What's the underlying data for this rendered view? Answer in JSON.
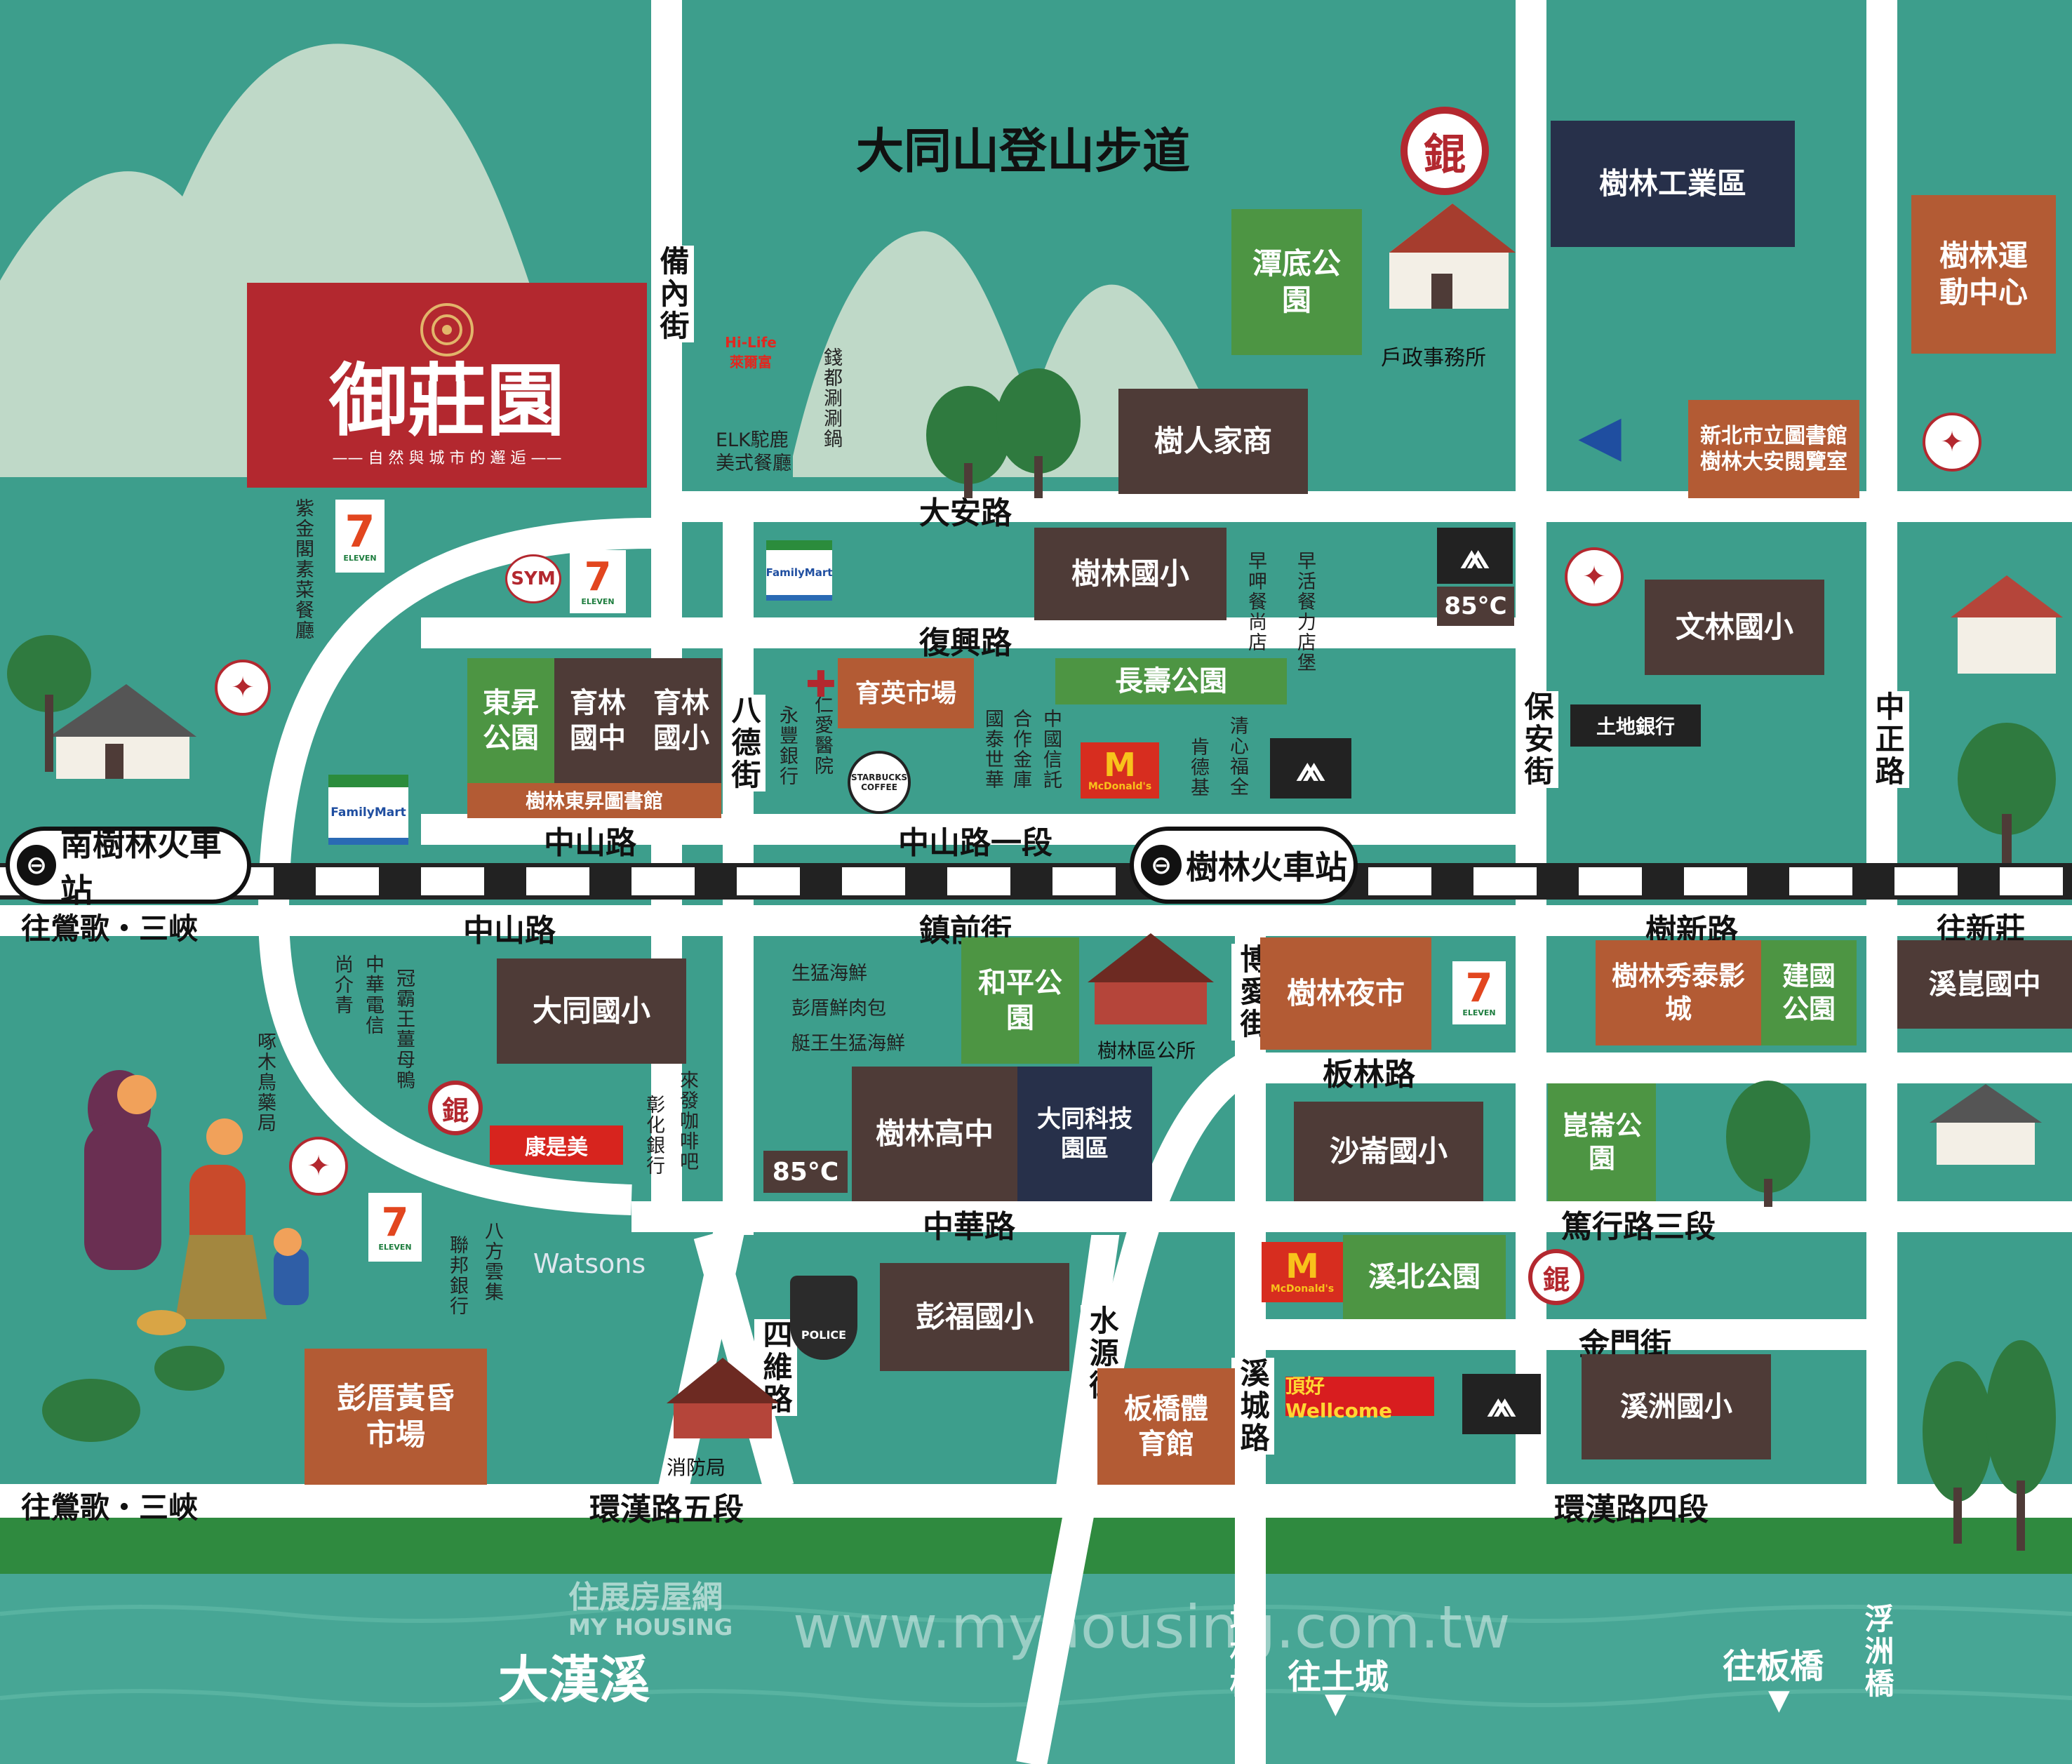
{
  "colors": {
    "background": "#3d9e8c",
    "river": "#47a695",
    "riverbank": "#2f8a3f",
    "brown_box": "#4e3b37",
    "green_box": "#4d9543",
    "orange_box": "#b35b34",
    "navy_box": "#27304a",
    "brand_red": "#b3282f"
  },
  "brand": {
    "name": "御莊園",
    "tagline": "—— 自 然 與 城 市 的 邂 逅 ——"
  },
  "areas": {
    "trail": "大同山登山步道",
    "river": "大漢溪"
  },
  "roads": {
    "daan": "大安路",
    "fuxing": "復興路",
    "zhongshan_w": "中山路",
    "zhongshan_sec1": "中山路一段",
    "zhongshan_lower": "中山路",
    "zhenqian": "鎮前街",
    "shuxin": "樹新路",
    "banlin": "板林路",
    "zhonghua": "中華路",
    "duxing": "篤行路三段",
    "jinmen": "金門街",
    "huanhan5": "環漢路五段",
    "huanhan4": "環漢路四段",
    "beinei": "備內街",
    "bade": "八德街",
    "baoan": "保安街",
    "zhongzheng": "中正路",
    "boai": "博愛街",
    "shuiyuan": "水源街",
    "siwei": "四維路",
    "xicheng": "溪城路"
  },
  "directions": {
    "to_yingge_1": "往鶯歌・三峽",
    "to_yingge_2": "往鶯歌・三峽",
    "to_xinzhuang": "往新莊",
    "to_tucheng": "往土城",
    "to_banqiao": "往板橋"
  },
  "bridges": {
    "chenglin": "城林橋",
    "fuzhou": "浮洲橋"
  },
  "stations": {
    "south": "南樹林火車站",
    "main": "樹林火車站"
  },
  "places": {
    "shulin_industrial": "樹林工業區",
    "shulin_sports": "樹林運動中心",
    "tandi_park": "潭底公園",
    "shuren": "樹人家商",
    "library_line1": "新北市立圖書館",
    "library_line2": "樹林大安閱覽室",
    "shulin_elem": "樹林國小",
    "wenlin_elem": "文林國小",
    "dongsheng_park": "東昇公園",
    "yulin_mid": "育林國中",
    "yulin_elem": "育林國小",
    "dongsheng_lib": "樹林東昇圖書館",
    "yuying_market": "育英市場",
    "changshou_park": "長壽公園",
    "datong_elem": "大同國小",
    "heping_park": "和平公園",
    "shulin_high": "樹林高中",
    "datong_tech": "大同科技園區",
    "night_market": "樹林夜市",
    "cinema": "樹林秀泰影城",
    "jianguo_park": "建國公園",
    "xikun_mid": "溪崑國中",
    "shalun_elem": "沙崙國小",
    "kunlun_park": "崑崙公園",
    "xibei_park": "溪北公園",
    "pengfu_elem": "彭福國小",
    "xizhou_elem": "溪洲國小",
    "pengcuo_market": "彭厝黃昏市場",
    "banqiao_gym": "板橋體育館"
  },
  "labels": {
    "household_office": "戶政事務所",
    "district_office": "樹林區公所",
    "fire_station": "消防局",
    "elk": "ELK駝鹿",
    "elk2": "美式餐廳",
    "zijin": "紫金閣素菜餐廳",
    "qianduguo": "錢都涮涮鍋",
    "zaohu": "早呷餐尚店",
    "zaohuo": "早活餐力店堡",
    "ren_ai": "仁愛醫院",
    "yongfeng": "永豐銀行",
    "cathay": "國泰世華",
    "coop": "合作金庫",
    "ctbc": "中國信託",
    "kfc": "肯德基",
    "qingxin": "清心福全",
    "seafood1": "生猛海鮮",
    "seafood2": "彭厝鮮肉包",
    "seafood3": "艇王生猛海鮮",
    "shangjie": "尚介青",
    "cht": "中華電信",
    "guanba": "冠霸王薑母鴨",
    "zhuomu": "啄木鳥藥局",
    "laifa": "來發咖啡吧",
    "changhua": "彰化銀行",
    "lianbang": "聯邦銀行",
    "bafang": "八方雲集",
    "land_bank": "土地銀行",
    "cosmed": "康是美",
    "watsons": "Watsons",
    "familymart": "FamilyMart",
    "seven": "7-ELEVEN",
    "sym": "SYM",
    "hilife": "Hi-Life 萊爾富",
    "mcdonalds": "McDonald's",
    "wellcome": "頂好 Wellcome",
    "police": "POLICE",
    "c85": "85°C",
    "starbucks": "STARBUCKS COFFEE"
  },
  "watermark": {
    "site": "www.myhousing.com.tw",
    "brand": "住展房屋網",
    "brand_en": "MY HOUSING"
  }
}
